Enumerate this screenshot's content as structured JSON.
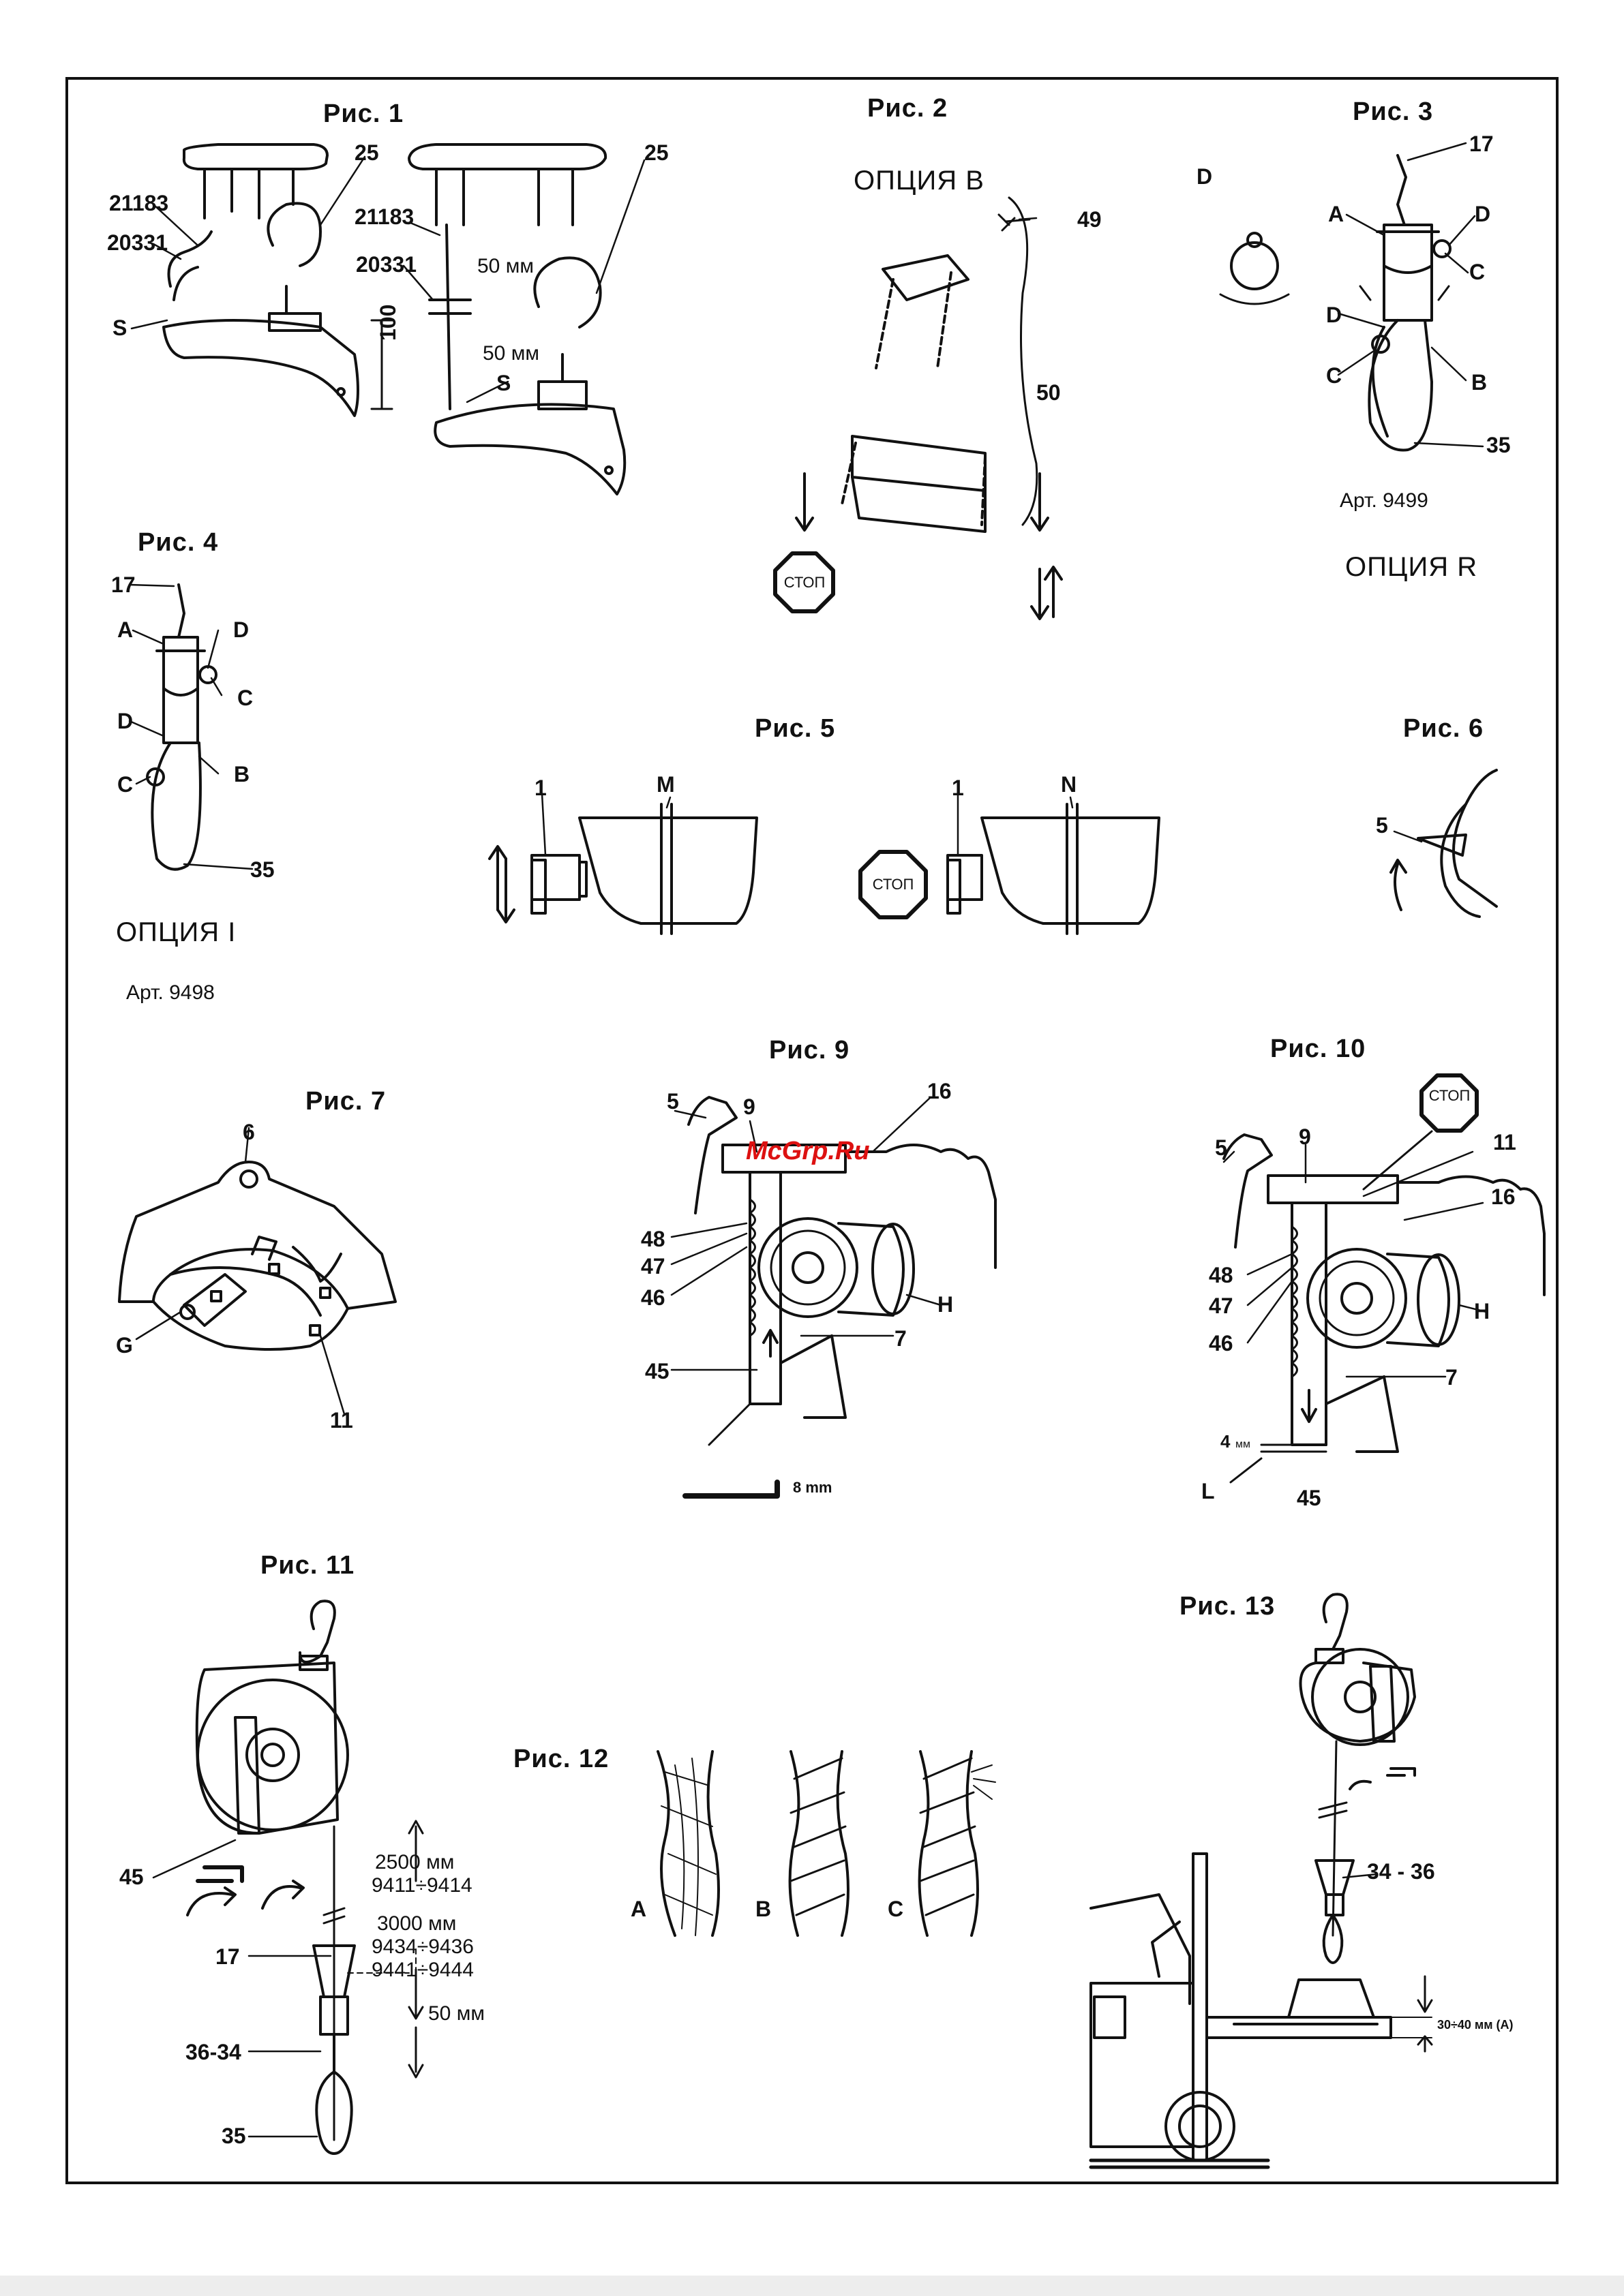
{
  "figures": {
    "fig1": {
      "title": "Рис. 1",
      "labels": [
        "25",
        "21183",
        "20331",
        "S",
        "25",
        "21183",
        "20331",
        "50 мм",
        "100",
        "50 мм",
        "S"
      ]
    },
    "fig2": {
      "title": "Рис. 2",
      "option": "ОПЦИЯ B",
      "labels": [
        "49",
        "50"
      ],
      "stop": "СТОП"
    },
    "fig3": {
      "title": "Рис. 3",
      "labels": [
        "D",
        "17",
        "A",
        "D",
        "C",
        "D",
        "C",
        "B",
        "35"
      ],
      "art": "Арт. 9499",
      "option": "ОПЦИЯ R"
    },
    "fig4": {
      "title": "Рис. 4",
      "labels": [
        "17",
        "A",
        "D",
        "C",
        "D",
        "C",
        "B",
        "35"
      ],
      "option": "ОПЦИЯ   I",
      "art": "Арт. 9498"
    },
    "fig5": {
      "title": "Рис. 5",
      "labels": [
        "1",
        "M",
        "1",
        "N"
      ],
      "stop": "СТОП"
    },
    "fig6": {
      "title": "Рис. 6",
      "labels": [
        "5"
      ]
    },
    "fig7": {
      "title": "Рис. 7",
      "labels": [
        "6",
        "G",
        "11"
      ]
    },
    "fig9": {
      "title": "Рис. 9",
      "labels": [
        "5",
        "9",
        "16",
        "48",
        "47",
        "46",
        "H",
        "7",
        "45",
        "8 mm"
      ]
    },
    "fig10": {
      "title": "Рис. 10",
      "labels": [
        "5",
        "9",
        "11",
        "16",
        "48",
        "47",
        "46",
        "H",
        "7",
        "4",
        "мм",
        "L",
        "45"
      ],
      "stop": "СТОП"
    },
    "fig11": {
      "title": "Рис. 11",
      "labels": [
        "45",
        "2500 мм",
        "9411÷9414",
        "3000 мм",
        "9434÷9436",
        "9441÷9444",
        "17",
        "50 мм",
        "36-34",
        "35"
      ]
    },
    "fig12": {
      "title": "Рис. 12",
      "labels": [
        "A",
        "B",
        "C"
      ]
    },
    "fig13": {
      "title": "Рис. 13",
      "labels": [
        "34 - 36",
        "30÷40 мм (A)"
      ]
    }
  },
  "watermark": "McGrp.Ru"
}
